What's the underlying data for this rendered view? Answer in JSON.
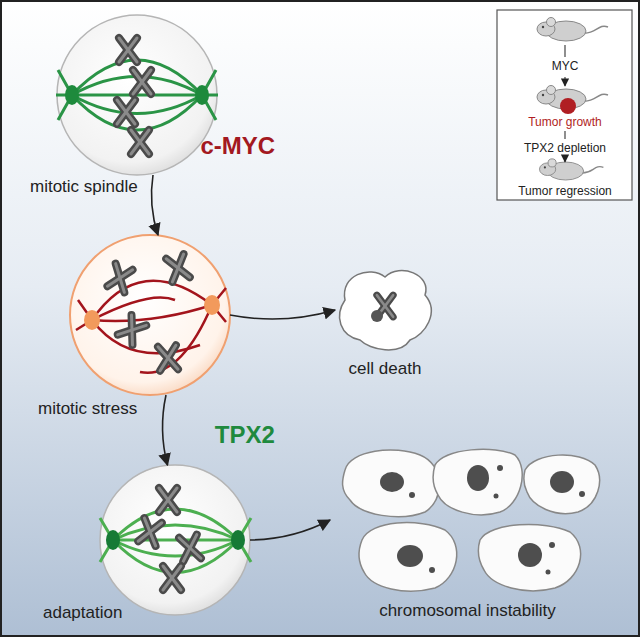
{
  "diagram": {
    "nodes": [
      {
        "text": [
          "mitotic spindle"
        ]
      },
      {
        "text": [
          "mitotic stress"
        ]
      },
      {
        "text": [
          "cell death"
        ]
      },
      {
        "text": [
          "adaptation"
        ]
      },
      {
        "text": [
          "chromosomal instability"
        ]
      }
    ],
    "edges": [
      {
        "from": 0,
        "to": 1,
        "label": "c-MYC",
        "arrow": "to"
      },
      {
        "from": 1,
        "to": 2,
        "arrow": "to"
      },
      {
        "from": 1,
        "to": 3,
        "label": "TPX2",
        "arrow": "to"
      },
      {
        "from": 3,
        "to": 4,
        "arrow": "to"
      }
    ],
    "labels": [
      "MYC",
      "Tumor growth",
      "TPX2 depletion",
      "Tumor regression"
    ]
  }
}
